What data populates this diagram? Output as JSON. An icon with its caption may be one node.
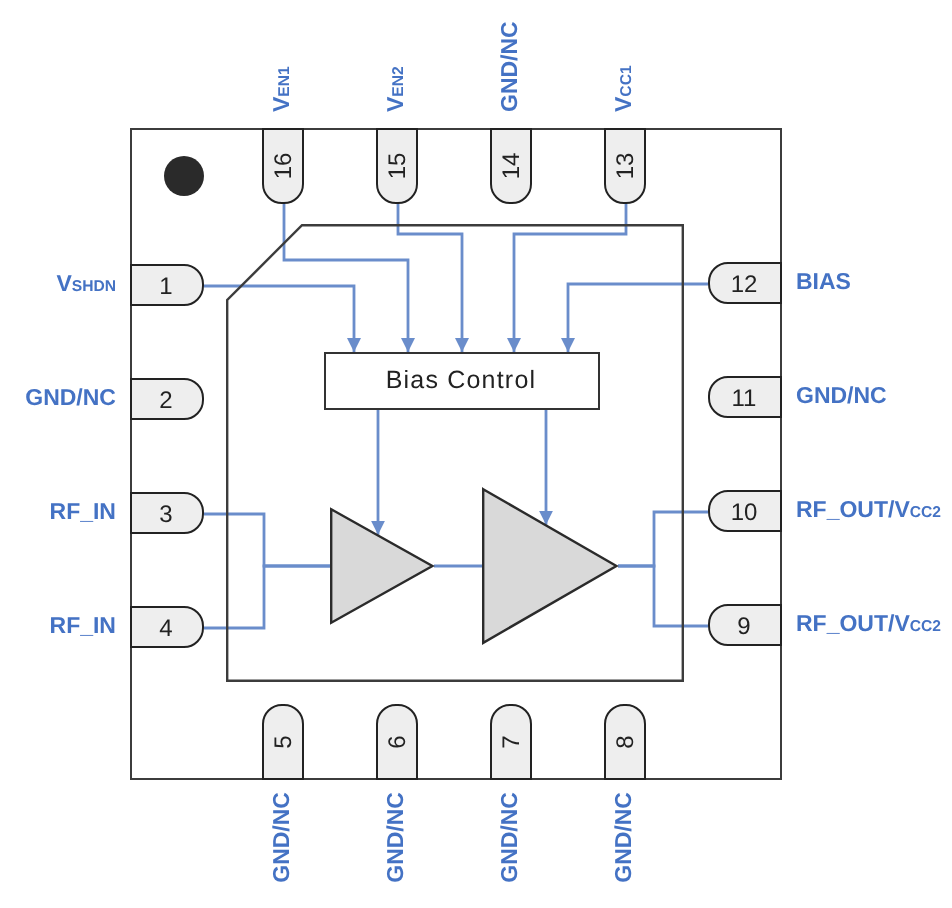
{
  "diagram": {
    "nodes": [
      {
        "text": [],
        "shape": "box"
      },
      {
        "text": [],
        "shape": "box",
        "in": 0
      },
      {
        "text": [
          "Bias Control"
        ],
        "in": 1
      },
      {
        "text": [],
        "shape": "triangle",
        "in": 1
      },
      {
        "text": [],
        "shape": "triangle",
        "in": 1
      },
      {
        "text": [
          "1"
        ],
        "beside": [
          "V$_{SHDN}$"
        ],
        "in": 0
      },
      {
        "text": [
          "2"
        ],
        "beside": [
          "GND/NC"
        ],
        "in": 0
      },
      {
        "text": [
          "3"
        ],
        "beside": [
          "RF_IN"
        ],
        "in": 0
      },
      {
        "text": [
          "4"
        ],
        "beside": [
          "RF_IN"
        ],
        "in": 0
      },
      {
        "text": [
          "5"
        ],
        "beside": [
          "GND/NC"
        ],
        "in": 0
      },
      {
        "text": [
          "6"
        ],
        "beside": [
          "GND/NC"
        ],
        "in": 0
      },
      {
        "text": [
          "7"
        ],
        "beside": [
          "GND/NC"
        ],
        "in": 0
      },
      {
        "text": [
          "8"
        ],
        "beside": [
          "GND/NC"
        ],
        "in": 0
      },
      {
        "text": [
          "9"
        ],
        "beside": [
          "RF_OUT/V$_{CC2}$"
        ],
        "in": 0
      },
      {
        "text": [
          "10"
        ],
        "beside": [
          "RF_OUT/V$_{CC2}$"
        ],
        "in": 0
      },
      {
        "text": [
          "11"
        ],
        "beside": [
          "GND/NC"
        ],
        "in": 0
      },
      {
        "text": [
          "12"
        ],
        "beside": [
          "BIAS"
        ],
        "in": 0
      },
      {
        "text": [
          "13"
        ],
        "beside": [
          "V$_{CC1}$"
        ],
        "in": 0
      },
      {
        "text": [
          "14"
        ],
        "beside": [
          "GND/NC"
        ],
        "in": 0
      },
      {
        "text": [
          "15"
        ],
        "beside": [
          "V$_{EN2}$"
        ],
        "in": 0
      },
      {
        "text": [
          "16"
        ],
        "beside": [
          "V$_{EN1}$"
        ],
        "in": 0
      }
    ],
    "edges": [
      {
        "from": 5,
        "to": 2,
        "arrow": "to"
      },
      {
        "from": 20,
        "to": 2,
        "arrow": "to"
      },
      {
        "from": 19,
        "to": 2,
        "arrow": "to"
      },
      {
        "from": 17,
        "to": 2,
        "arrow": "to"
      },
      {
        "from": 16,
        "to": 2,
        "arrow": "to"
      },
      {
        "from": 2,
        "to": 3,
        "arrow": "to"
      },
      {
        "from": 2,
        "to": 4,
        "arrow": "to"
      },
      {
        "from": 7,
        "to": 3,
        "arrow": "none"
      },
      {
        "from": 8,
        "to": 3,
        "arrow": "none"
      },
      {
        "from": 3,
        "to": 4,
        "arrow": "none"
      },
      {
        "from": 4,
        "to": 14,
        "arrow": "none"
      },
      {
        "from": 4,
        "to": 13,
        "arrow": "none"
      }
    ]
  }
}
